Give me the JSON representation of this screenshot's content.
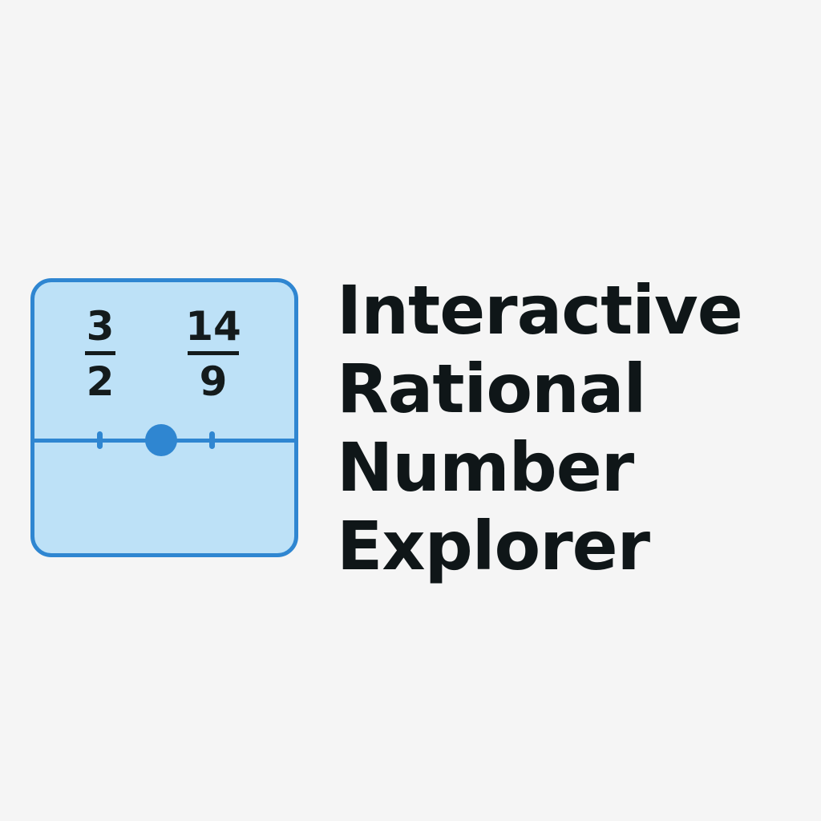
{
  "logo": {
    "fraction_left": {
      "numerator": "3",
      "denominator": "2"
    },
    "fraction_right": {
      "numerator": "14",
      "denominator": "9"
    },
    "colors": {
      "background": "#bde1f7",
      "border": "#2f86d1",
      "text": "#141b1c"
    }
  },
  "title": {
    "lines": [
      "Interactive",
      "Rational",
      "Number",
      "Explorer"
    ],
    "color": "#0f1618"
  },
  "page": {
    "background": "#f5f5f5"
  }
}
